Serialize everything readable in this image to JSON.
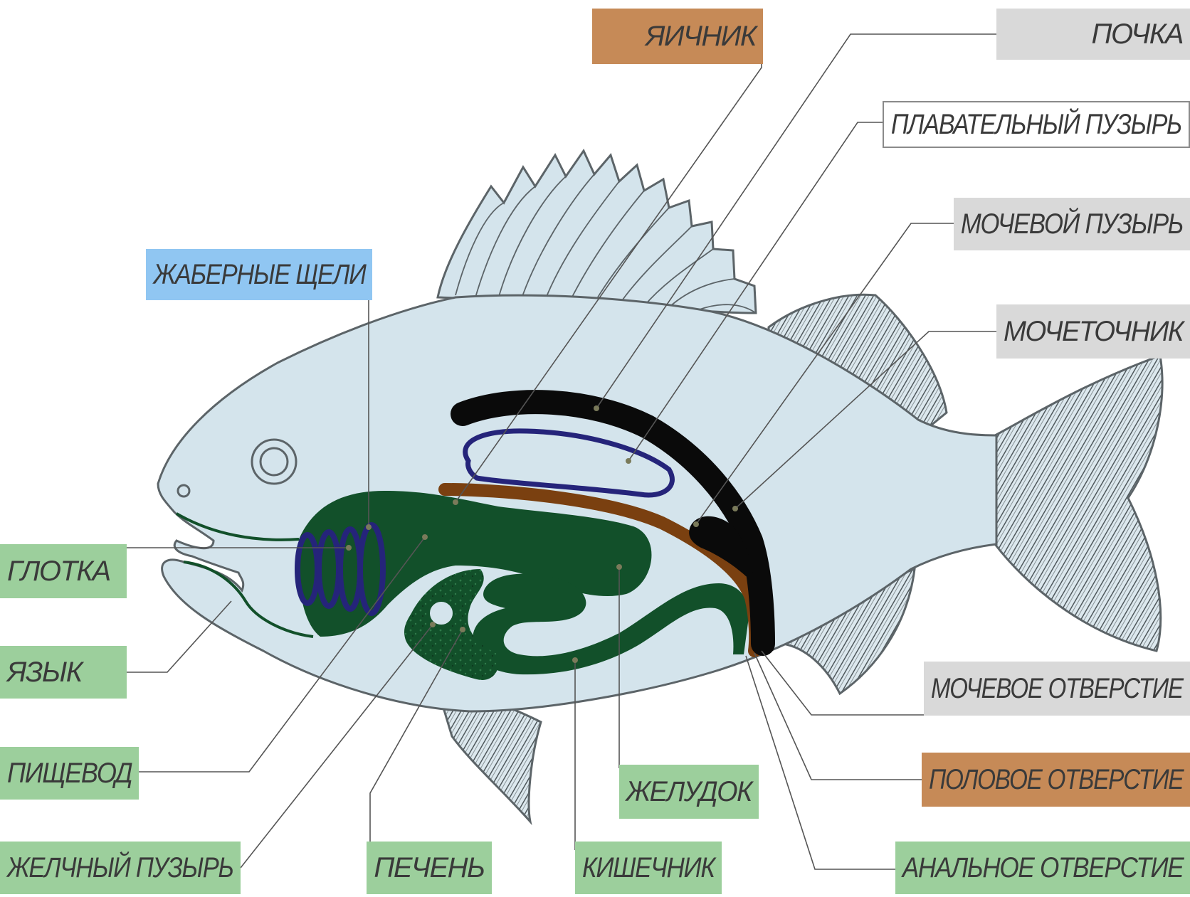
{
  "labels": {
    "yaichnik": "ЯИЧНИК",
    "pochka": "ПОЧКА",
    "plavatelny": "ПЛАВАТЕЛЬНЫЙ ПУЗЫРЬ",
    "mochevoy_puzyr": "МОЧЕВОЙ ПУЗЫРЬ",
    "mochetochnik": "МОЧЕТОЧНИК",
    "zhabernye": "ЖАБЕРНЫЕ ЩЕЛИ",
    "glotka": "ГЛОТКА",
    "yazyk": "ЯЗЫК",
    "pishchevod": "ПИЩЕВОД",
    "zhelchny": "ЖЕЛЧНЫЙ ПУЗЫРЬ",
    "pechen": "ПЕЧЕНЬ",
    "kishechnik": "КИШЕЧНИК",
    "zheludok": "ЖЕЛУДОК",
    "mochevoe_otv": "МОЧЕВОЕ ОТВЕРСТИЕ",
    "polovoe_otv": "ПОЛОВОЕ ОТВЕРСТИЕ",
    "analnoe_otv": "АНАЛЬНОЕ ОТВЕРСТИЕ"
  },
  "colors": {
    "body": "#d4e4ec",
    "outline": "#5c6468",
    "fin": "#5a6468",
    "digestive": "#12502a",
    "gonad": "#7a4010",
    "kidney": "#0a0a0a",
    "swim_bladder": "#25247a",
    "gills": "#25247a",
    "label_green": "#9ccf9c",
    "label_gray": "#d9d9d9",
    "label_brown": "#c68a57",
    "label_blue": "#90c6f2"
  }
}
